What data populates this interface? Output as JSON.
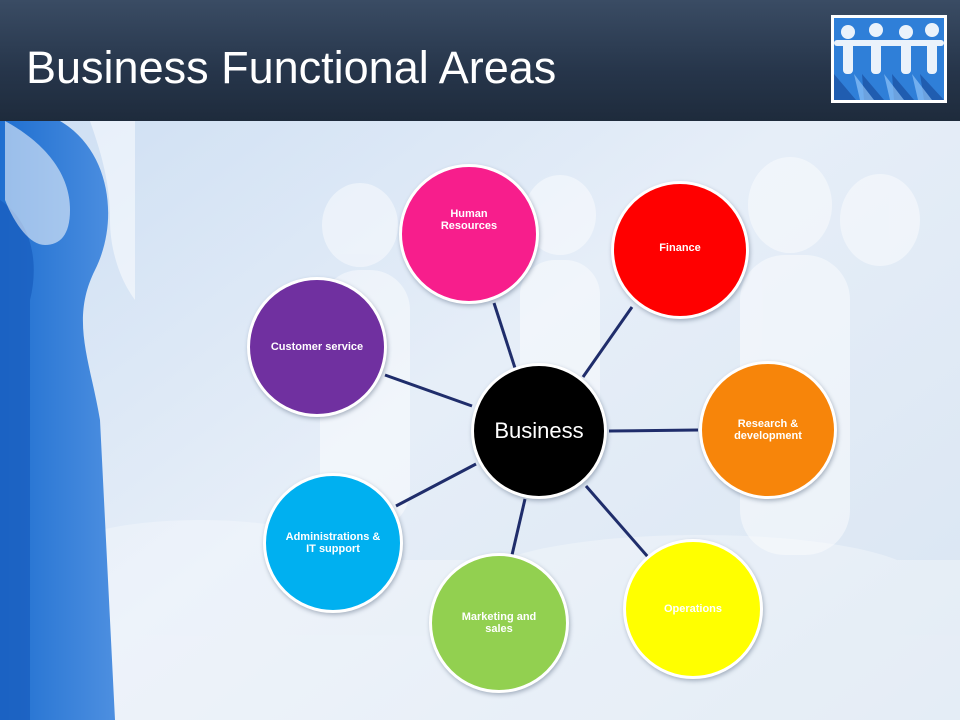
{
  "slide": {
    "title": "Business Functional Areas"
  },
  "diagram": {
    "center": {
      "label": "Business",
      "color": "#000000"
    },
    "nodes": [
      {
        "id": "human-resources",
        "label": "Human Resources",
        "color": "#f71e8c",
        "text_color": "#ffffff"
      },
      {
        "id": "finance",
        "label": "Finance",
        "color": "#ff0000",
        "text_color": "#ffffff"
      },
      {
        "id": "research-development",
        "label": "Research & development",
        "color": "#f7850a",
        "text_color": "#ffffff"
      },
      {
        "id": "operations",
        "label": "Operations",
        "color": "#ffff00",
        "text_color": "#ffffff"
      },
      {
        "id": "marketing-sales",
        "label": "Marketing and sales",
        "color": "#92d050",
        "text_color": "#ffffff"
      },
      {
        "id": "administrations-it",
        "label": "Administrations & IT support",
        "color": "#00b0f0",
        "text_color": "#ffffff"
      },
      {
        "id": "customer-service",
        "label": "Customer service",
        "color": "#7030a0",
        "text_color": "#ffffff"
      }
    ],
    "connector_color": "#1f2d6b"
  }
}
